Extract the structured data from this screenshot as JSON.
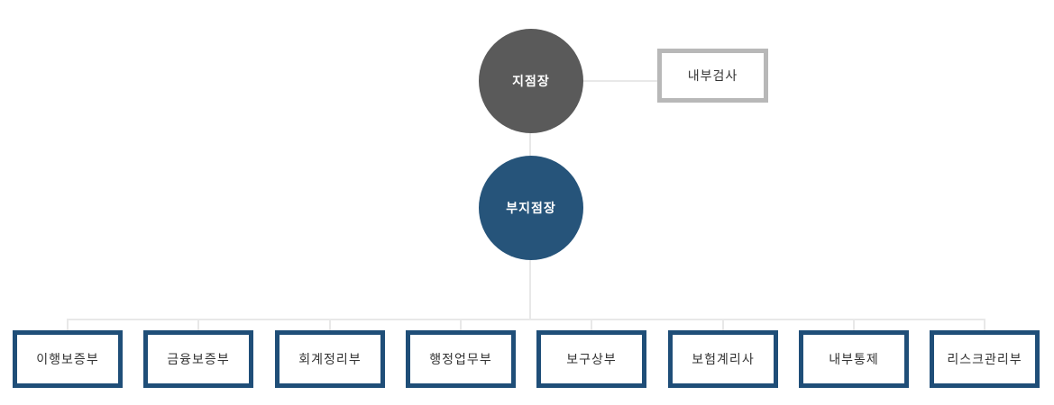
{
  "org": {
    "title": "organization-chart",
    "nodes": {
      "branch_manager": {
        "label": "지점장",
        "shape": "circle",
        "fill": "#5a5a5a"
      },
      "internal_audit": {
        "label": "내부검사",
        "shape": "rect",
        "border": "#b8b8b8"
      },
      "deputy_branch_manager": {
        "label": "부지점장",
        "shape": "circle",
        "fill": "#26547a"
      }
    },
    "departments": [
      {
        "label": "이행보증부"
      },
      {
        "label": "금융보증부"
      },
      {
        "label": "회계정리부"
      },
      {
        "label": "행정업무부"
      },
      {
        "label": "보구상부"
      },
      {
        "label": "보험계리사"
      },
      {
        "label": "내부통제"
      },
      {
        "label": "리스크관리부"
      }
    ]
  },
  "colors": {
    "grey_circle": "#5a5a5a",
    "navy_circle": "#26547a",
    "dept_border": "#1f4e78",
    "staff_border": "#b8b8b8",
    "connector": "#e8e8e8",
    "text_dark": "#333333",
    "text_light": "#ffffff"
  }
}
